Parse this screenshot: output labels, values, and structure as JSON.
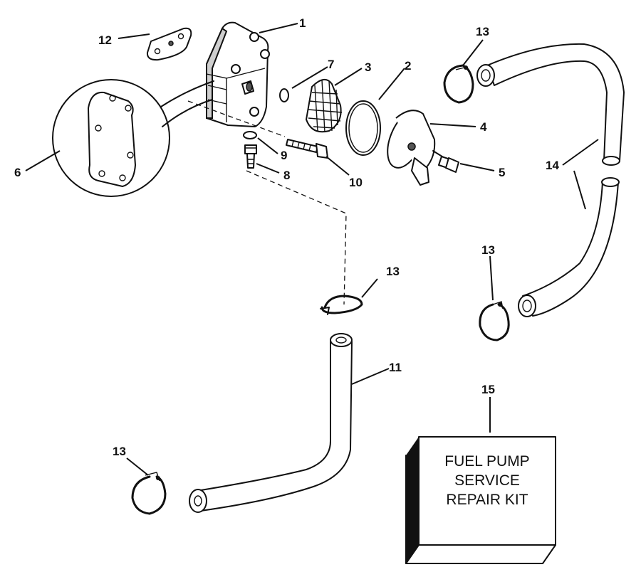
{
  "callouts": {
    "c1": "1",
    "c2": "2",
    "c3": "3",
    "c4": "4",
    "c5": "5",
    "c6": "6",
    "c7": "7",
    "c8": "8",
    "c9": "9",
    "c10": "10",
    "c11": "11",
    "c12": "12",
    "c13": "13",
    "c14": "14",
    "c15": "15"
  },
  "kit_box": {
    "line1": "FUEL PUMP",
    "line2": "SERVICE",
    "line3": "REPAIR KIT"
  }
}
